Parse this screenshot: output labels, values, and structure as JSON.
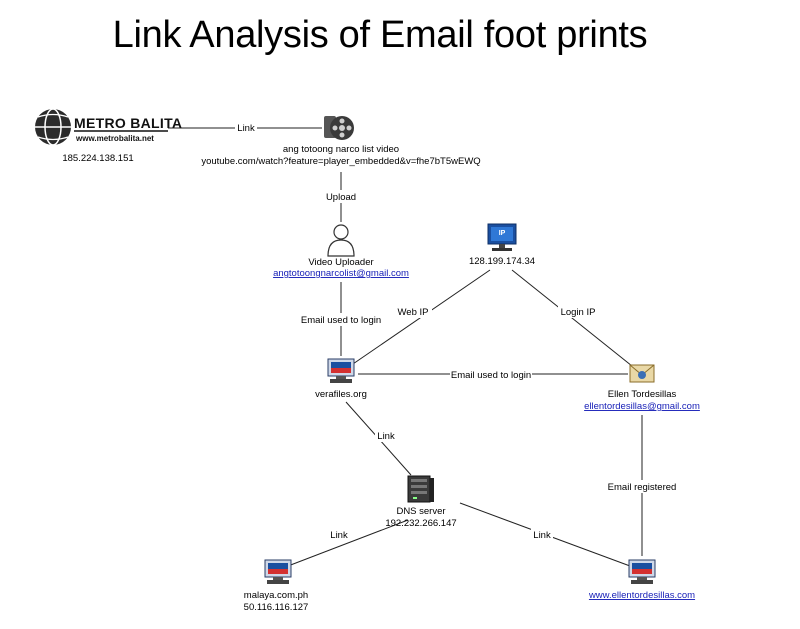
{
  "title": "Link Analysis of Email foot prints",
  "nodes": {
    "metrobalita": {
      "logo_text": "METRO BALITA",
      "logo_url": "www.metrobalita.net",
      "ip": "185.224.138.151"
    },
    "video": {
      "line1": "ang totoong narco list video",
      "line2": "youtube.com/watch?feature=player_embedded&v=fhe7bT5wEWQ"
    },
    "uploader": {
      "name": "Video Uploader",
      "email": "angtotoongnarcolist@gmail.com"
    },
    "ipnode": {
      "badge": "IP",
      "ip": "128.199.174.34"
    },
    "verafiles": {
      "name": "verafiles.org"
    },
    "ellen": {
      "name": "Ellen Tordesillas",
      "email": "ellentordesillas@gmail.com"
    },
    "dns": {
      "name": "DNS server",
      "ip": "192.232.266.147"
    },
    "malaya": {
      "name": "malaya.com.ph",
      "ip": "50.116.116.127"
    },
    "ellensite": {
      "name": "www.ellentordesillas.com"
    }
  },
  "edges": {
    "mb_video": "Link",
    "video_uploader": "Upload",
    "uploader_vera": "Email used to login",
    "ip_vera": "Web IP",
    "ip_ellen": "Login IP",
    "vera_ellen": "Email used to login",
    "vera_dns": "Link",
    "ellen_site": "Email registered",
    "dns_malaya": "Link",
    "dns_site": "Link"
  },
  "colors": {
    "link": "#1a22b8",
    "edge": "#222222",
    "monitor": "#1a4fa0",
    "server": "#3a3a3a"
  }
}
